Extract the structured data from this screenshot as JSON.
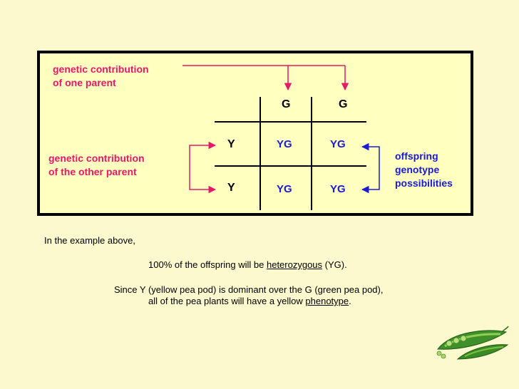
{
  "diagram": {
    "label_one_parent": [
      "genetic contribution",
      "of one parent"
    ],
    "label_other_parent": [
      "genetic contribution",
      "of the other parent"
    ],
    "label_offspring": [
      "offspring",
      "genotype",
      "possibilities"
    ],
    "column_alleles": [
      "G",
      "G"
    ],
    "row_alleles": [
      "Y",
      "Y"
    ],
    "cells": [
      [
        "YG",
        "YG"
      ],
      [
        "YG",
        "YG"
      ]
    ],
    "colors": {
      "parent_labels": "#e6186a",
      "offspring": "#1a1ad0",
      "panel_bg": "#ffffc0",
      "page_bg": "#fdf9cf"
    }
  },
  "text": {
    "intro": "In the example above,",
    "line1_pre": "100% of the offspring will be ",
    "line1_link": "heterozygous",
    "line1_post": " (YG).",
    "line2": "Since Y (yellow pea pod) is dominant over the G (green pea pod),",
    "line3_pre": "all of the pea plants will have a yellow ",
    "line3_link": "phenotype",
    "line3_post": "."
  },
  "image": {
    "icon": "pea-pod-icon"
  }
}
